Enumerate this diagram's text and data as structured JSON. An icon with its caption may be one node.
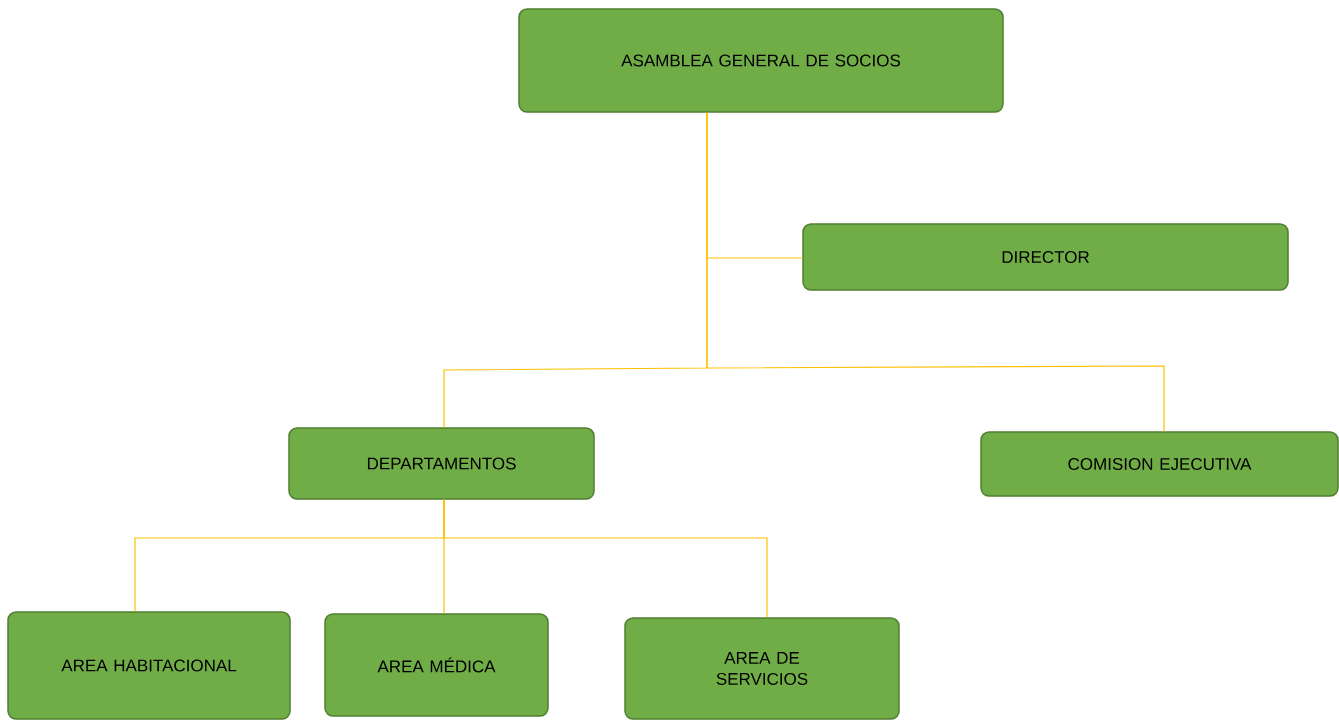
{
  "diagram": {
    "nodes": [
      {
        "text": [
          "ASAMBLEA GENERAL DE SOCIOS"
        ]
      },
      {
        "text": [
          "DIRECTOR"
        ]
      },
      {
        "text": [
          "DEPARTAMENTOS"
        ]
      },
      {
        "text": [
          "COMISION EJECUTIVA"
        ]
      },
      {
        "text": [
          "AREA HABITACIONAL"
        ]
      },
      {
        "text": [
          "AREA MÉDICA"
        ]
      },
      {
        "text": [
          "AREA DE SERVICIOS"
        ]
      }
    ],
    "edges": [
      {
        "from": 0,
        "to": 1,
        "arrow": "none"
      },
      {
        "from": 0,
        "to": 2,
        "arrow": "none"
      },
      {
        "from": 0,
        "to": 3,
        "arrow": "none"
      },
      {
        "from": 2,
        "to": 4,
        "arrow": "none"
      },
      {
        "from": 2,
        "to": 5,
        "arrow": "none"
      },
      {
        "from": 2,
        "to": 6,
        "arrow": "none"
      }
    ]
  }
}
